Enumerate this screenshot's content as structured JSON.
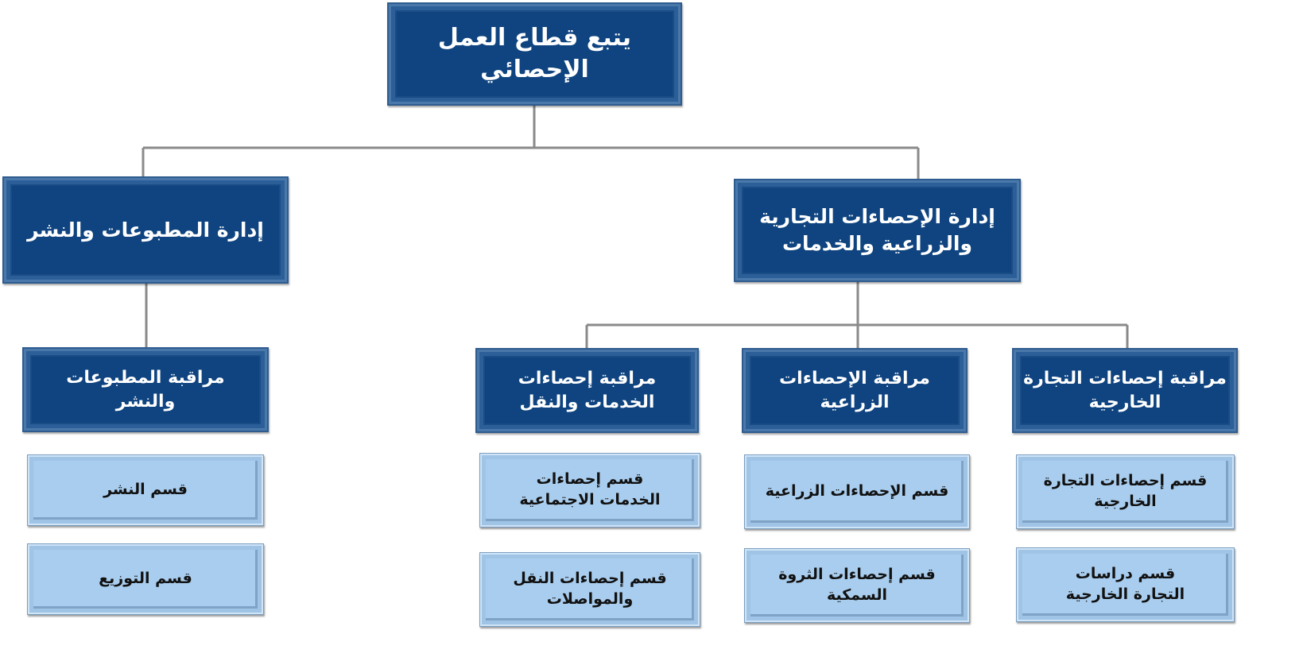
{
  "root": {
    "label": "يتبع قطاع العمل الإحصائي"
  },
  "departments": [
    {
      "label": "إدارة المطبوعات والنشر",
      "units": [
        {
          "label": "مراقبة المطبوعات والنشر",
          "sections": [
            "قسم النشر",
            "قسم التوزيع"
          ]
        }
      ]
    },
    {
      "label": "إدارة الإحصاءات التجارية والزراعية والخدمات",
      "units": [
        {
          "label": "مراقبة إحصاءات الخدمات والنقل",
          "sections": [
            "قسم إحصاءات الخدمات الاجتماعية",
            "قسم إحصاءات النقل والمواصلات"
          ]
        },
        {
          "label": "مراقبة الإحصاءات الزراعية",
          "sections": [
            "قسم الإحصاءات الزراعية",
            "قسم إحصاءات الثروة السمكية"
          ]
        },
        {
          "label": "مراقبة إحصاءات التجارة الخارجية",
          "sections": [
            "قسم إحصاءات التجارة الخارجية",
            "قسم دراسات التجارة الخارجية"
          ]
        }
      ]
    }
  ]
}
